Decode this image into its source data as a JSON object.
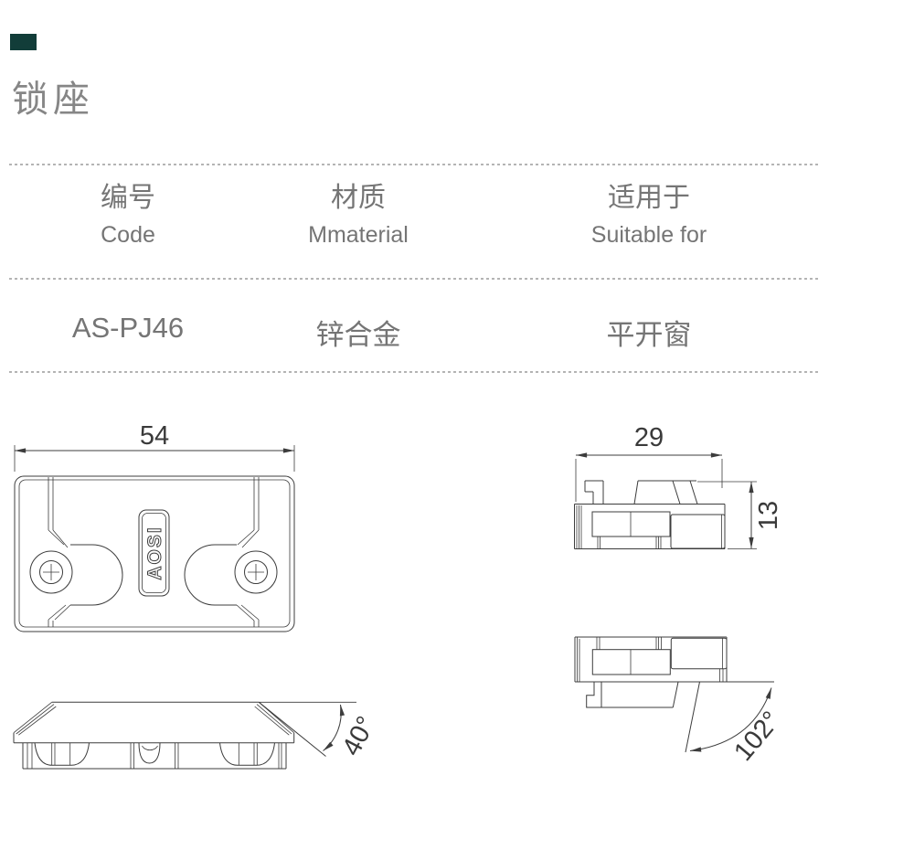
{
  "brand_block": {
    "color": "#123d39"
  },
  "title": "锁座",
  "table": {
    "headers": [
      {
        "zh": "编号",
        "en": "Code"
      },
      {
        "zh": "材质",
        "en": "Mmaterial"
      },
      {
        "zh": "适用于",
        "en": "Suitable for"
      }
    ],
    "row": [
      "AS-PJ46",
      "锌合金",
      "平开窗"
    ]
  },
  "drawings": {
    "top_view": {
      "width_label": "54",
      "brand": "AOSI"
    },
    "side_view": {
      "width_label": "29",
      "height_label": "13"
    },
    "front_view": {
      "angle_label": "40°"
    },
    "open_view": {
      "angle_label": "102°"
    }
  }
}
